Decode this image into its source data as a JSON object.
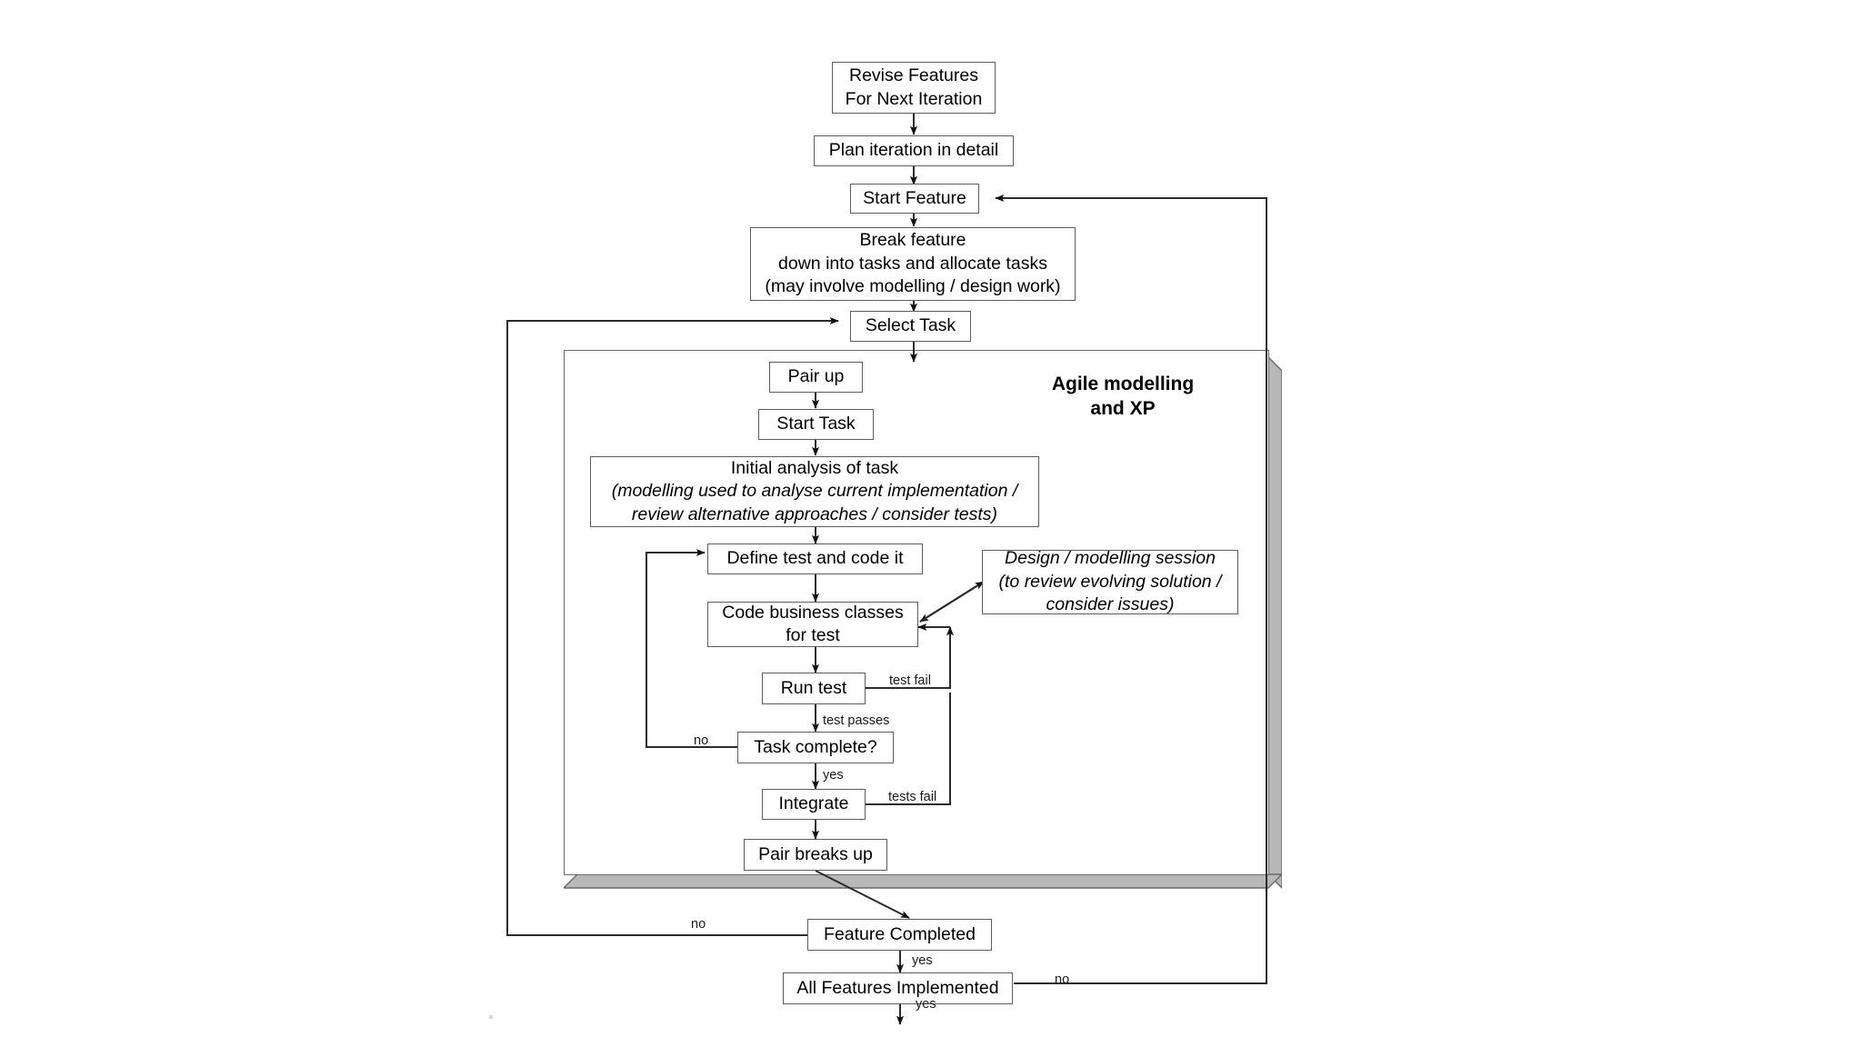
{
  "diagram": {
    "title_panel": "Agile modelling\nand XP",
    "nodes": [
      {
        "id": "revise",
        "label": "Revise Features\nFor Next Iteration"
      },
      {
        "id": "plan",
        "label": "Plan iteration in detail"
      },
      {
        "id": "startfeat",
        "label": "Start Feature"
      },
      {
        "id": "break",
        "label": "Break feature\ndown into tasks and allocate tasks\n(may involve modelling / design work)"
      },
      {
        "id": "select",
        "label": "Select Task"
      },
      {
        "id": "pairup",
        "label": "Pair up"
      },
      {
        "id": "starttask",
        "label": "Start Task"
      },
      {
        "id": "initial",
        "label": "Initial analysis of task",
        "sub": "(modelling used to analyse current implementation /\nreview alternative approaches / consider tests)"
      },
      {
        "id": "define",
        "label": "Define test and code it"
      },
      {
        "id": "code",
        "label": "Code business classes\nfor test"
      },
      {
        "id": "runtest",
        "label": "Run test"
      },
      {
        "id": "taskcomp",
        "label": "Task complete?"
      },
      {
        "id": "integrate",
        "label": "Integrate"
      },
      {
        "id": "pairbreak",
        "label": "Pair breaks up"
      },
      {
        "id": "design",
        "label": "Design / modelling session\n(to review evolving solution /\nconsider issues)"
      },
      {
        "id": "featcomp",
        "label": "Feature Completed"
      },
      {
        "id": "allfeat",
        "label": "All Features Implemented"
      }
    ],
    "edge_labels": [
      {
        "id": "testfail",
        "text": "test fail"
      },
      {
        "id": "testpasses",
        "text": "test passes"
      },
      {
        "id": "taskno",
        "text": "no"
      },
      {
        "id": "taskyes",
        "text": "yes"
      },
      {
        "id": "testsfail",
        "text": "tests fail"
      },
      {
        "id": "featno",
        "text": "no"
      },
      {
        "id": "featyes",
        "text": "yes"
      },
      {
        "id": "allno",
        "text": "no"
      },
      {
        "id": "allyes",
        "text": "yes"
      }
    ],
    "colors": {
      "box_border": "#5d5d5d",
      "panel_border": "#6a6a6a",
      "panel_shadow": "#b8b8b8",
      "edge": "#2b2b2b",
      "background": "#ffffff",
      "text": "#000000"
    }
  }
}
